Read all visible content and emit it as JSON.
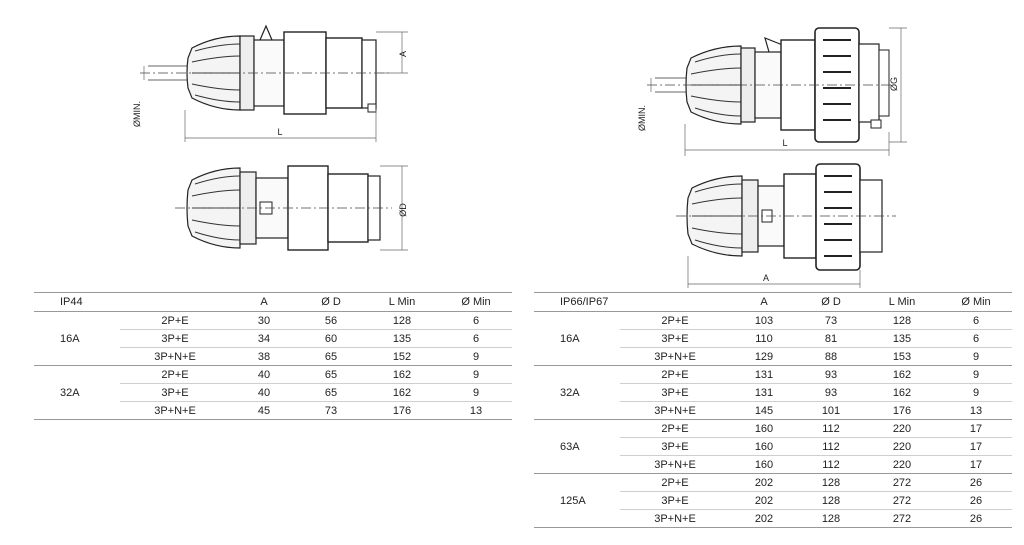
{
  "drawings": {
    "ip44_side": {
      "dim_a": "A",
      "dim_l": "L",
      "dim_min": "ØMIN."
    },
    "ip44_front": {
      "dim_d": "ØD"
    },
    "ip66_side": {
      "dim_g": "ØG",
      "dim_l": "L",
      "dim_min": "ØMIN."
    },
    "ip66_front": {
      "dim_a": "A"
    }
  },
  "tables": {
    "ip44": {
      "headers": [
        "IP44",
        "",
        "A",
        "Ø D",
        "L Min",
        "Ø Min"
      ],
      "groups": [
        {
          "rating": "16A",
          "rows": [
            [
              "2P+E",
              "30",
              "56",
              "128",
              "6"
            ],
            [
              "3P+E",
              "34",
              "60",
              "135",
              "6"
            ],
            [
              "3P+N+E",
              "38",
              "65",
              "152",
              "9"
            ]
          ]
        },
        {
          "rating": "32A",
          "rows": [
            [
              "2P+E",
              "40",
              "65",
              "162",
              "9"
            ],
            [
              "3P+E",
              "40",
              "65",
              "162",
              "9"
            ],
            [
              "3P+N+E",
              "45",
              "73",
              "176",
              "13"
            ]
          ]
        }
      ]
    },
    "ip66": {
      "headers": [
        "IP66/IP67",
        "",
        "A",
        "Ø D",
        "L Min",
        "Ø Min"
      ],
      "groups": [
        {
          "rating": "16A",
          "rows": [
            [
              "2P+E",
              "103",
              "73",
              "128",
              "6"
            ],
            [
              "3P+E",
              "110",
              "81",
              "135",
              "6"
            ],
            [
              "3P+N+E",
              "129",
              "88",
              "153",
              "9"
            ]
          ]
        },
        {
          "rating": "32A",
          "rows": [
            [
              "2P+E",
              "131",
              "93",
              "162",
              "9"
            ],
            [
              "3P+E",
              "131",
              "93",
              "162",
              "9"
            ],
            [
              "3P+N+E",
              "145",
              "101",
              "176",
              "13"
            ]
          ]
        },
        {
          "rating": "63A",
          "rows": [
            [
              "2P+E",
              "160",
              "112",
              "220",
              "17"
            ],
            [
              "3P+E",
              "160",
              "112",
              "220",
              "17"
            ],
            [
              "3P+N+E",
              "160",
              "112",
              "220",
              "17"
            ]
          ]
        },
        {
          "rating": "125A",
          "rows": [
            [
              "2P+E",
              "202",
              "128",
              "272",
              "26"
            ],
            [
              "3P+E",
              "202",
              "128",
              "272",
              "26"
            ],
            [
              "3P+N+E",
              "202",
              "128",
              "272",
              "26"
            ]
          ]
        }
      ]
    }
  }
}
